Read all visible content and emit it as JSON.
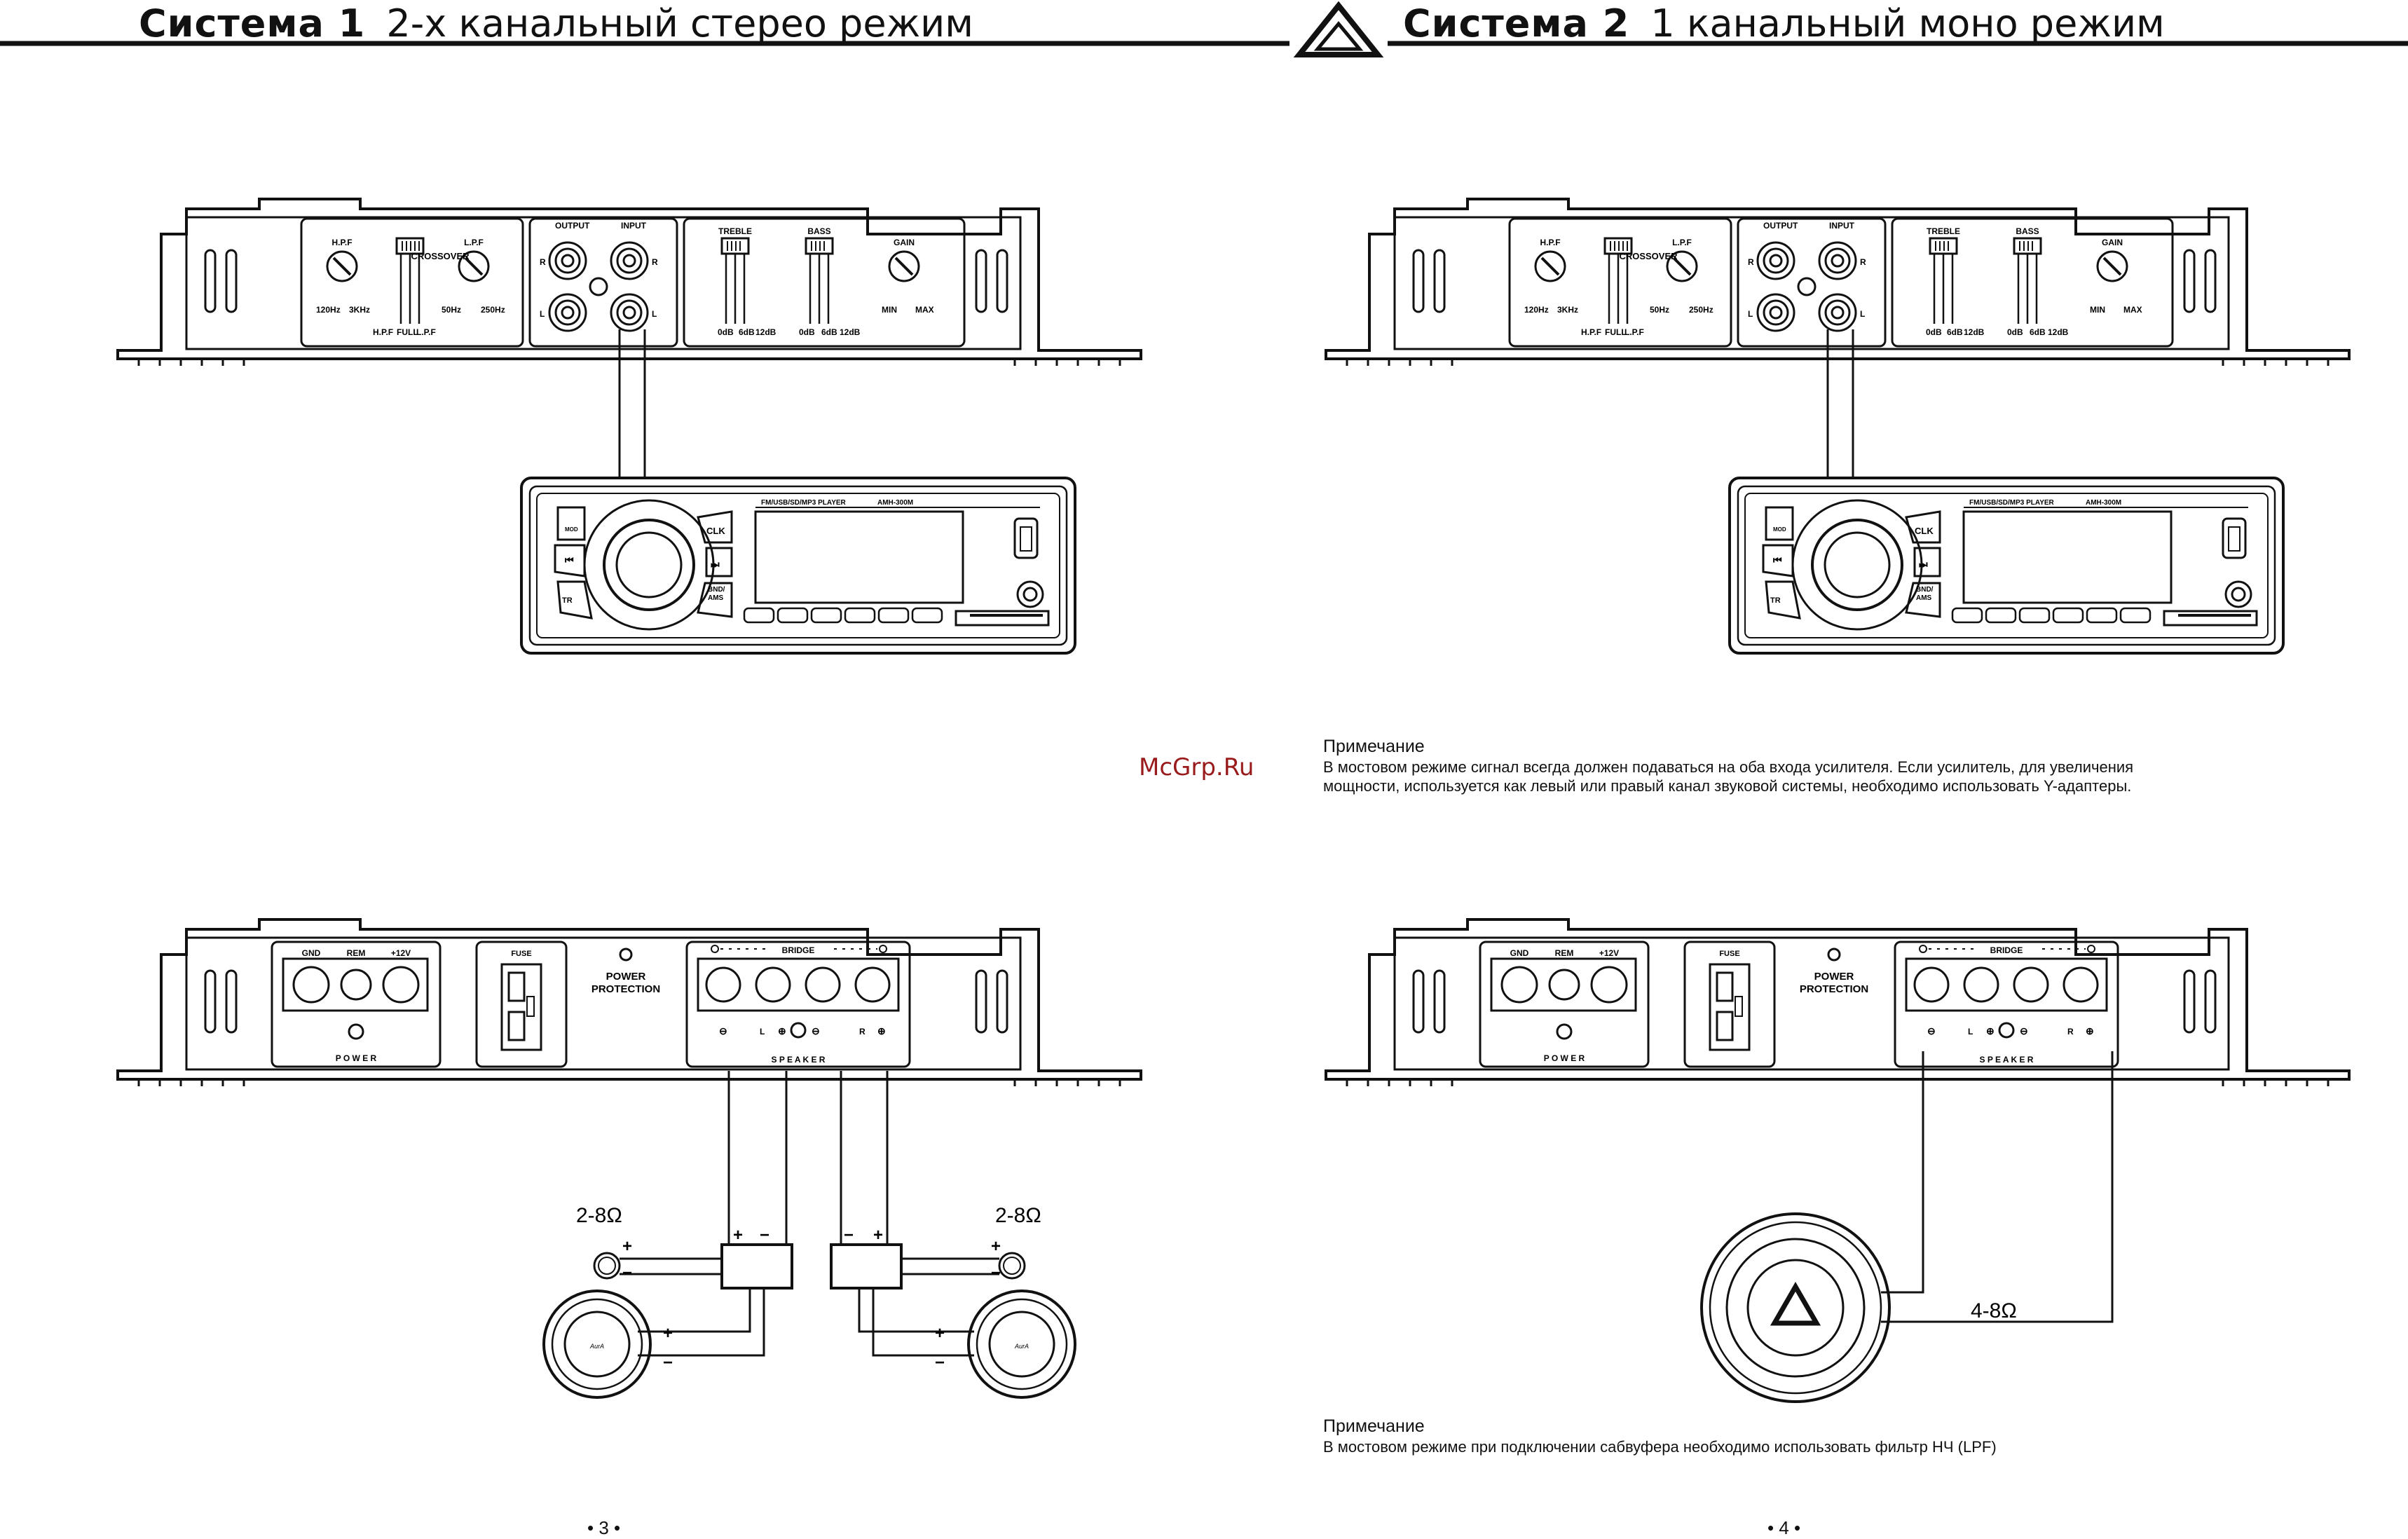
{
  "header": {
    "left": {
      "title": "Система 1",
      "subtitle": "2-х канальный стерео режим"
    },
    "right": {
      "title": "Система 2",
      "subtitle": "1 канальный моно режим"
    }
  },
  "watermark": "McGrp.Ru",
  "amp_top": {
    "crossover": "CROSSOVER",
    "hpf": "H.P.F",
    "lpf": "L.P.F",
    "hpf_min": "120Hz",
    "hpf_max": "3KHz",
    "lpf_min": "50Hz",
    "lpf_max": "250Hz",
    "xo_hpf": "H.P.F",
    "xo_full": "FULL",
    "xo_lpf": "L.P.F",
    "output": "OUTPUT",
    "input": "INPUT",
    "r": "R",
    "l": "L",
    "treble": "TREBLE",
    "bass": "BASS",
    "gain": "GAIN",
    "db0": "0dB",
    "db6": "6dB",
    "db12": "12dB",
    "min": "MIN",
    "max": "MAX"
  },
  "head_unit": {
    "player": "FM/USB/SD/MP3 PLAYER",
    "model": "AMH-300M",
    "clk": "CLK",
    "tr": "TR",
    "band": "BND/",
    "ams": "AMS",
    "mod": "MOD"
  },
  "amp_bottom": {
    "gnd": "GND",
    "rem": "REM",
    "v12": "+12V",
    "power": "P O W E R",
    "fuse": "FUSE",
    "power_protection_1": "POWER",
    "power_protection_2": "PROTECTION",
    "bridge": "BRIDGE",
    "speaker": "S P E A K E R",
    "minus": "⊖",
    "plus": "⊕",
    "l": "L",
    "r": "R"
  },
  "left_wiring": {
    "impedance_left": "2-8Ω",
    "impedance_right": "2-8Ω",
    "plus": "+",
    "minus": "−"
  },
  "right_wiring": {
    "impedance": "4-8Ω"
  },
  "note_top": {
    "title": "Примечание",
    "line1": "В мостовом режиме сигнал всегда должен подаваться на оба входа усилителя. Если усилитель, для увеличения",
    "line2": "мощности, используется как левый или правый канал звуковой системы, необходимо использовать Y-адаптеры."
  },
  "note_bottom": {
    "title": "Примечание",
    "line1": "В мостовом режиме при подключении сабвуфера необходимо использовать фильтр НЧ (LPF)"
  },
  "pages": {
    "left": "• 3 •",
    "right": "• 4 •"
  }
}
